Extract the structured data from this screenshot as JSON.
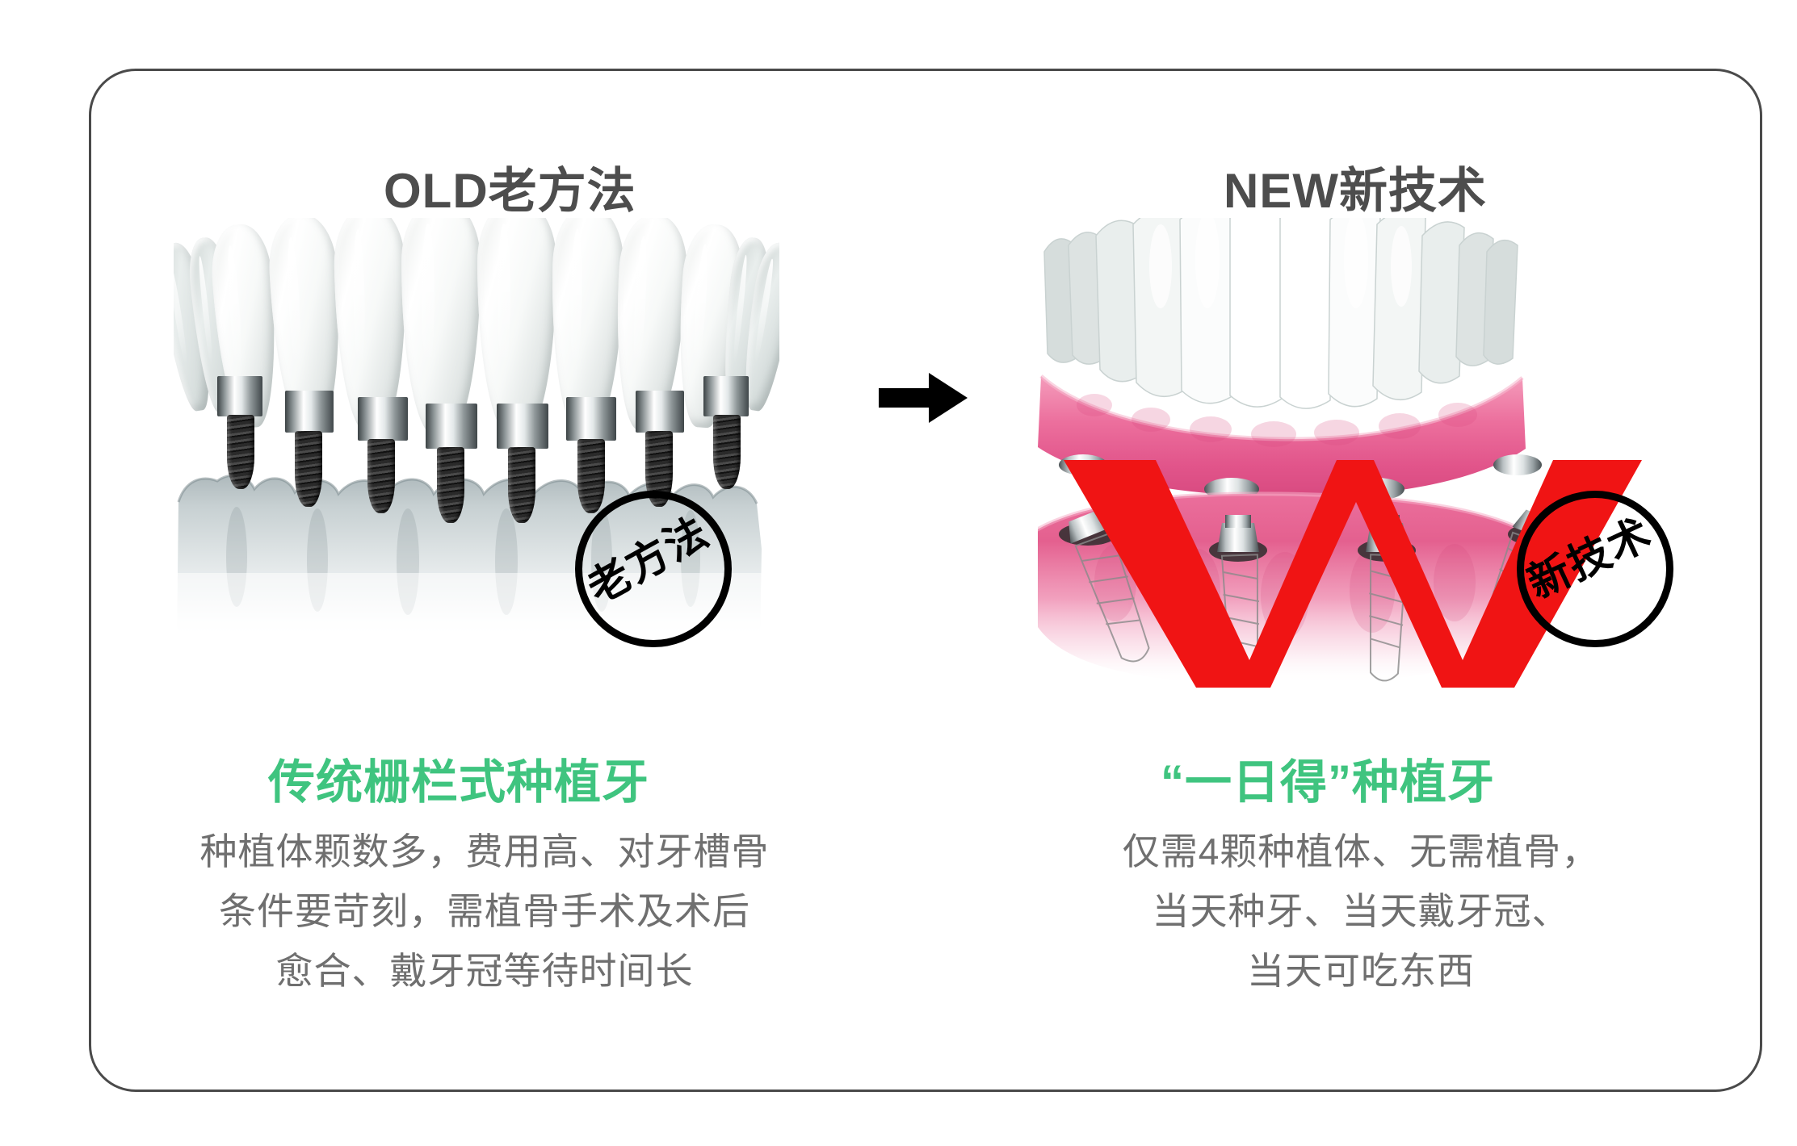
{
  "frame": {
    "border_color": "#4a4a4a"
  },
  "columns": {
    "left": {
      "title": "OLD老方法",
      "badge": "老方法",
      "heading": "传统栅栏式种植牙",
      "body_lines": [
        "种植体颗数多，费用高、对牙槽骨",
        "条件要苛刻，需植骨手术及术后",
        "愈合、戴牙冠等待时间长"
      ],
      "illustration": {
        "name": "traditional-multi-implant-diagram",
        "implant_count": 8,
        "bone_color": "#b8c2c4",
        "tooth_color": "#f4f7f6",
        "screw_color": "#232323"
      }
    },
    "right": {
      "title": "NEW新技术",
      "badge": "新技术",
      "heading": "“一日得”种植牙",
      "body_lines": [
        "仅需4颗种植体、无需植骨，",
        "当天种牙、当天戴牙冠、",
        "当天可吃东西"
      ],
      "illustration": {
        "name": "all-on-4-implant-diagram",
        "implant_count": 4,
        "gum_color": "#ec6f9d",
        "tooth_color": "#fdfdfc",
        "angle_marker_color": "#f01414",
        "angle_marker_shape": "W"
      }
    }
  },
  "arrow": {
    "name": "right-arrow",
    "color": "#000000"
  },
  "colors": {
    "accent_green": "#3fc47f",
    "body_gray": "#6f6f6f",
    "title_gray": "#4d4d4d",
    "red": "#f01414",
    "black": "#000000"
  }
}
